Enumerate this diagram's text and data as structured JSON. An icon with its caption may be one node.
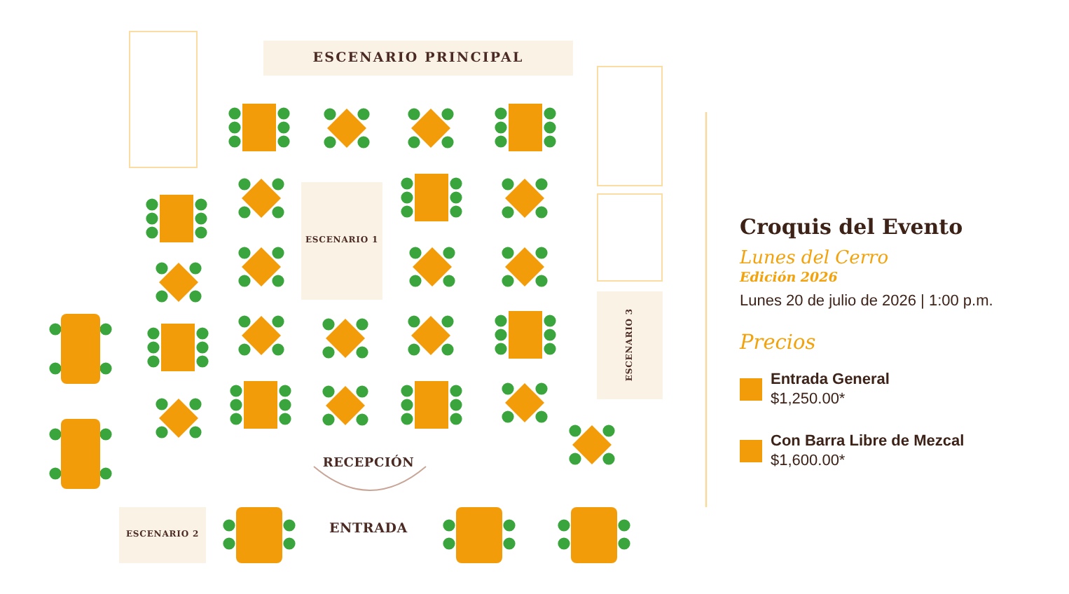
{
  "diagram": {
    "title": "Croquis del Evento",
    "nodes": [
      {
        "text": [],
        "shape": "box"
      },
      {
        "text": [
          "ESCENARIO PRINCIPAL"
        ]
      },
      {
        "text": [],
        "shape": "box"
      },
      {
        "text": [
          "ESCENARIO 1"
        ]
      },
      {
        "text": [],
        "shape": "box"
      },
      {
        "text": [
          "ESCENARIO 3"
        ]
      },
      {
        "text": [
          "ESCENARIO 2"
        ]
      }
    ],
    "labels": [
      "RECEPCIÓN",
      "ENTRADA",
      "Lunes del Cerro",
      "Edición 2026",
      "Lunes 20 de julio de 2026 | 1:00 p.m.",
      "Precios"
    ],
    "legend": [
      {
        "text": "**Entrada General** $1,250.00*",
        "color": "#f39c0a"
      },
      {
        "text": "**Con Barra Libre de Mezcal** $1,600.00*",
        "color": "#f39c0a"
      }
    ]
  }
}
